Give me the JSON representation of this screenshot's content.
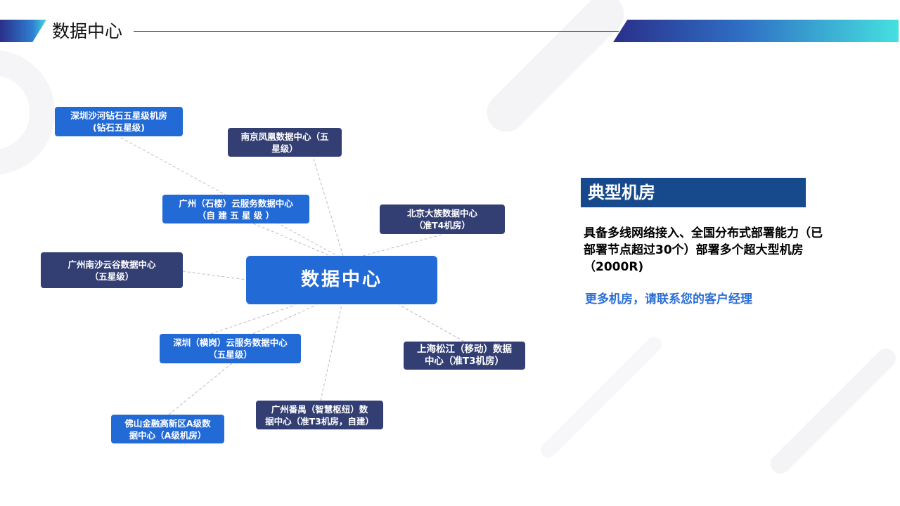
{
  "header": {
    "title": "数据中心"
  },
  "diagram": {
    "center": "数据中心",
    "nodes": [
      {
        "line1": "深圳沙河钻石五星级机房",
        "line2": "(钻石五星级)"
      },
      {
        "line1": "南京凤凰数据中心（五",
        "line2": "星级）"
      },
      {
        "line1": "广州（石楼）云服务数据中心",
        "line2": "（自 建 五 星 级 ）"
      },
      {
        "line1": "北京大族数据中心",
        "line2": "（准T4机房）"
      },
      {
        "line1": "广州南沙云谷数据中心",
        "line2": "（五星级）"
      },
      {
        "line1": "深圳（横岗）云服务数据中心",
        "line2": "（五星级）"
      },
      {
        "line1": "上海松江（移动）数据",
        "line2": "中心（准T3机房）"
      },
      {
        "line1": "广州番禺（智慧枢纽）数",
        "line2": "据中心（准T3机房，自建）"
      },
      {
        "line1": "佛山金融高新区A级数",
        "line2": "据中心（A级机房）"
      }
    ]
  },
  "side": {
    "heading": "典型机房",
    "body": "具备多线网络接入、全国分布式部署能力（已部署节点超过30个）部署多个超大型机房（2000R)",
    "contact": "更多机房，请联系您的客户经理"
  }
}
